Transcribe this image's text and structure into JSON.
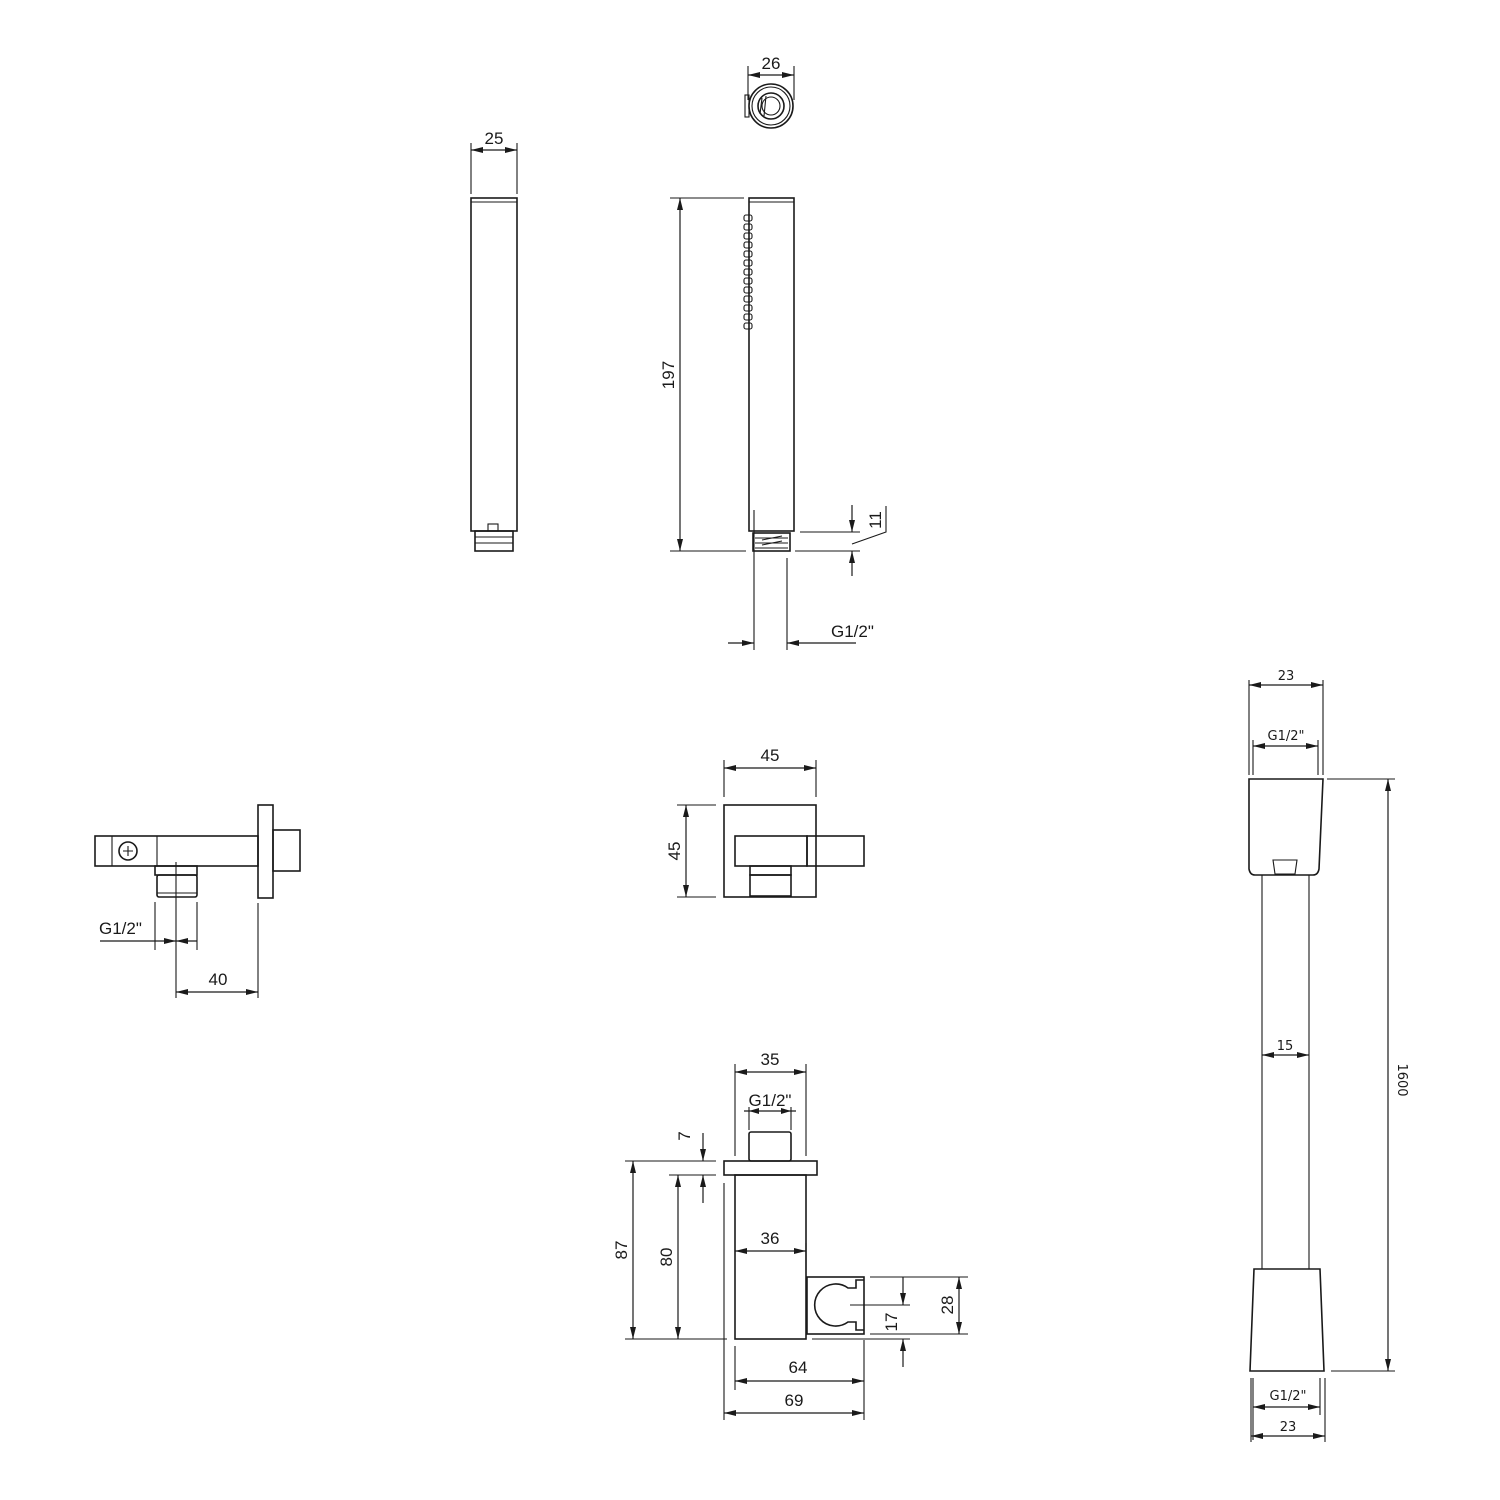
{
  "drawing": {
    "type": "technical dimension drawing",
    "units": "mm",
    "background": "#ffffff",
    "line_color": "#1a1a1a"
  },
  "components": {
    "hand_shower_top": {
      "end_diameter": "26"
    },
    "hand_shower_side": {
      "width": "25"
    },
    "hand_shower_front": {
      "length": "197",
      "thread_length": "11",
      "thread": "G1/2\""
    },
    "wall_elbow_side": {
      "thread": "G1/2\"",
      "projection": "40"
    },
    "wall_elbow_front": {
      "width": "45",
      "height": "45"
    },
    "holder_outlet": {
      "width": "35",
      "thread": "G1/2\"",
      "flange": "7",
      "overall_height": "87",
      "body_height": "80",
      "body_width": "36",
      "holder_height": "28",
      "holder_center": "17",
      "depth_inner": "64",
      "depth_overall": "69"
    },
    "hose": {
      "top_width": "23",
      "top_thread": "G1/2\"",
      "hose_diameter": "15",
      "length": "1600",
      "bottom_thread": "G1/2\"",
      "bottom_width": "23"
    }
  }
}
